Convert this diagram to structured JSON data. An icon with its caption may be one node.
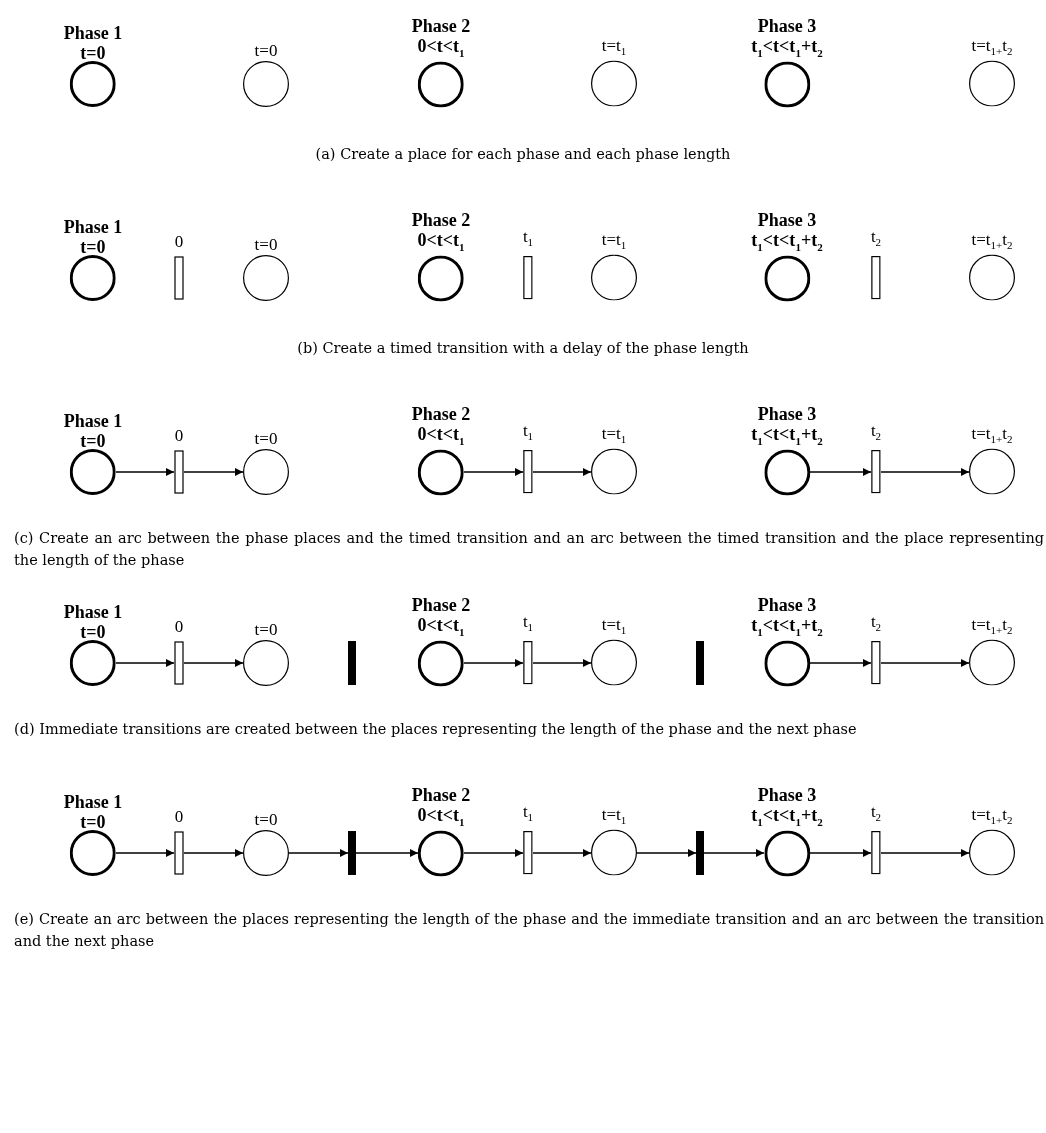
{
  "diagram": {
    "nodes": [
      {
        "text": [
          "Phase 1",
          "t=0"
        ]
      },
      {
        "text": [
          "t=0"
        ]
      },
      {
        "text": [
          "Phase 2",
          "0<t<t$_{1}$"
        ]
      },
      {
        "text": [
          "t=t$_{1}$"
        ]
      },
      {
        "text": [
          "Phase 3",
          "t$_{1}$<t<t$_{1}$+t$_{2}$"
        ]
      },
      {
        "text": [
          "t=t$_{1+}$t$_{2}$"
        ]
      },
      {
        "text": [
          "Phase 1",
          "t=0"
        ]
      },
      {
        "text": [
          "0"
        ]
      },
      {
        "text": [
          "t=0"
        ]
      },
      {
        "text": [
          "Phase 2",
          "0<t<t$_{1}$"
        ]
      },
      {
        "text": [
          "t$_{1}$"
        ]
      },
      {
        "text": [
          "t=t$_{1}$"
        ]
      },
      {
        "text": [
          "Phase 3",
          "t$_{1}$<t<t$_{1}$+t$_{2}$"
        ]
      },
      {
        "text": [
          "t$_{2}$"
        ]
      },
      {
        "text": [
          "t=t$_{1+}$t$_{2}$"
        ]
      },
      {
        "text": [
          "Phase 1",
          "t=0"
        ]
      },
      {
        "text": [
          "0"
        ]
      },
      {
        "text": [
          "t=0"
        ]
      },
      {
        "text": [
          "Phase 2",
          "0<t<t$_{1}$"
        ]
      },
      {
        "text": [
          "t$_{1}$"
        ]
      },
      {
        "text": [
          "t=t$_{1}$"
        ]
      },
      {
        "text": [
          "Phase 3",
          "t$_{1}$<t<t$_{1}$+t$_{2}$"
        ]
      },
      {
        "text": [
          "t$_{2}$"
        ]
      },
      {
        "text": [
          "t=t$_{1+}$t$_{2}$"
        ]
      },
      {
        "text": [
          "Phase 1",
          "t=0"
        ]
      },
      {
        "text": [
          "0"
        ]
      },
      {
        "text": [
          "t=0"
        ]
      },
      {
        "text": [],
        "shape": "bar"
      },
      {
        "text": [
          "Phase 2",
          "0<t<t$_{1}$"
        ]
      },
      {
        "text": [
          "t$_{1}$"
        ]
      },
      {
        "text": [
          "t=t$_{1}$"
        ]
      },
      {
        "text": [],
        "shape": "bar"
      },
      {
        "text": [
          "Phase 3",
          "t$_{1}$<t<t$_{1}$+t$_{2}$"
        ]
      },
      {
        "text": [
          "t$_{2}$"
        ]
      },
      {
        "text": [
          "t=t$_{1+}$t$_{2}$"
        ]
      },
      {
        "text": [
          "Phase 1",
          "t=0"
        ]
      },
      {
        "text": [
          "0"
        ]
      },
      {
        "text": [
          "t=0"
        ]
      },
      {
        "text": [],
        "shape": "bar"
      },
      {
        "text": [
          "Phase 2",
          "0<t<t$_{1}$"
        ]
      },
      {
        "text": [
          "t$_{1}$"
        ]
      },
      {
        "text": [
          "t=t$_{1}$"
        ]
      },
      {
        "text": [],
        "shape": "bar"
      },
      {
        "text": [
          "Phase 3",
          "t$_{1}$<t<t$_{1}$+t$_{2}$"
        ]
      },
      {
        "text": [
          "t$_{2}$"
        ]
      },
      {
        "text": [
          "t=t$_{1+}$t$_{2}$"
        ]
      }
    ],
    "edges": [
      {
        "from": 15,
        "to": 16,
        "arrow": "to"
      },
      {
        "from": 16,
        "to": 17,
        "arrow": "to"
      },
      {
        "from": 18,
        "to": 19,
        "arrow": "to"
      },
      {
        "from": 19,
        "to": 20,
        "arrow": "to"
      },
      {
        "from": 21,
        "to": 22,
        "arrow": "to"
      },
      {
        "from": 22,
        "to": 23,
        "arrow": "to"
      },
      {
        "from": 24,
        "to": 25,
        "arrow": "to"
      },
      {
        "from": 25,
        "to": 26,
        "arrow": "to"
      },
      {
        "from": 28,
        "to": 29,
        "arrow": "to"
      },
      {
        "from": 29,
        "to": 30,
        "arrow": "to"
      },
      {
        "from": 32,
        "to": 33,
        "arrow": "to"
      },
      {
        "from": 33,
        "to": 34,
        "arrow": "to"
      },
      {
        "from": 35,
        "to": 36,
        "arrow": "to"
      },
      {
        "from": 36,
        "to": 37,
        "arrow": "to"
      },
      {
        "from": 37,
        "to": 38,
        "arrow": "to"
      },
      {
        "from": 38,
        "to": 39,
        "arrow": "to"
      },
      {
        "from": 39,
        "to": 40,
        "arrow": "to"
      },
      {
        "from": 40,
        "to": 41,
        "arrow": "to"
      },
      {
        "from": 41,
        "to": 42,
        "arrow": "to"
      },
      {
        "from": 42,
        "to": 43,
        "arrow": "to"
      },
      {
        "from": 43,
        "to": 44,
        "arrow": "to"
      },
      {
        "from": 44,
        "to": 45,
        "arrow": "to"
      }
    ],
    "labels": [
      "(a) Create a place for each phase and each phase length",
      "(b) Create a timed transition with a delay of the phase length",
      "(c) Create an arc between the phase places and the timed transition and an arc between the timed transition and the place representing the length of the phase",
      "(d) Immediate transitions are created between the places representing the length of the phase and the next phase",
      "(e) Create an arc between the places representing the length of the phase and the immediate transition and an arc between the transition and the next phase"
    ]
  }
}
